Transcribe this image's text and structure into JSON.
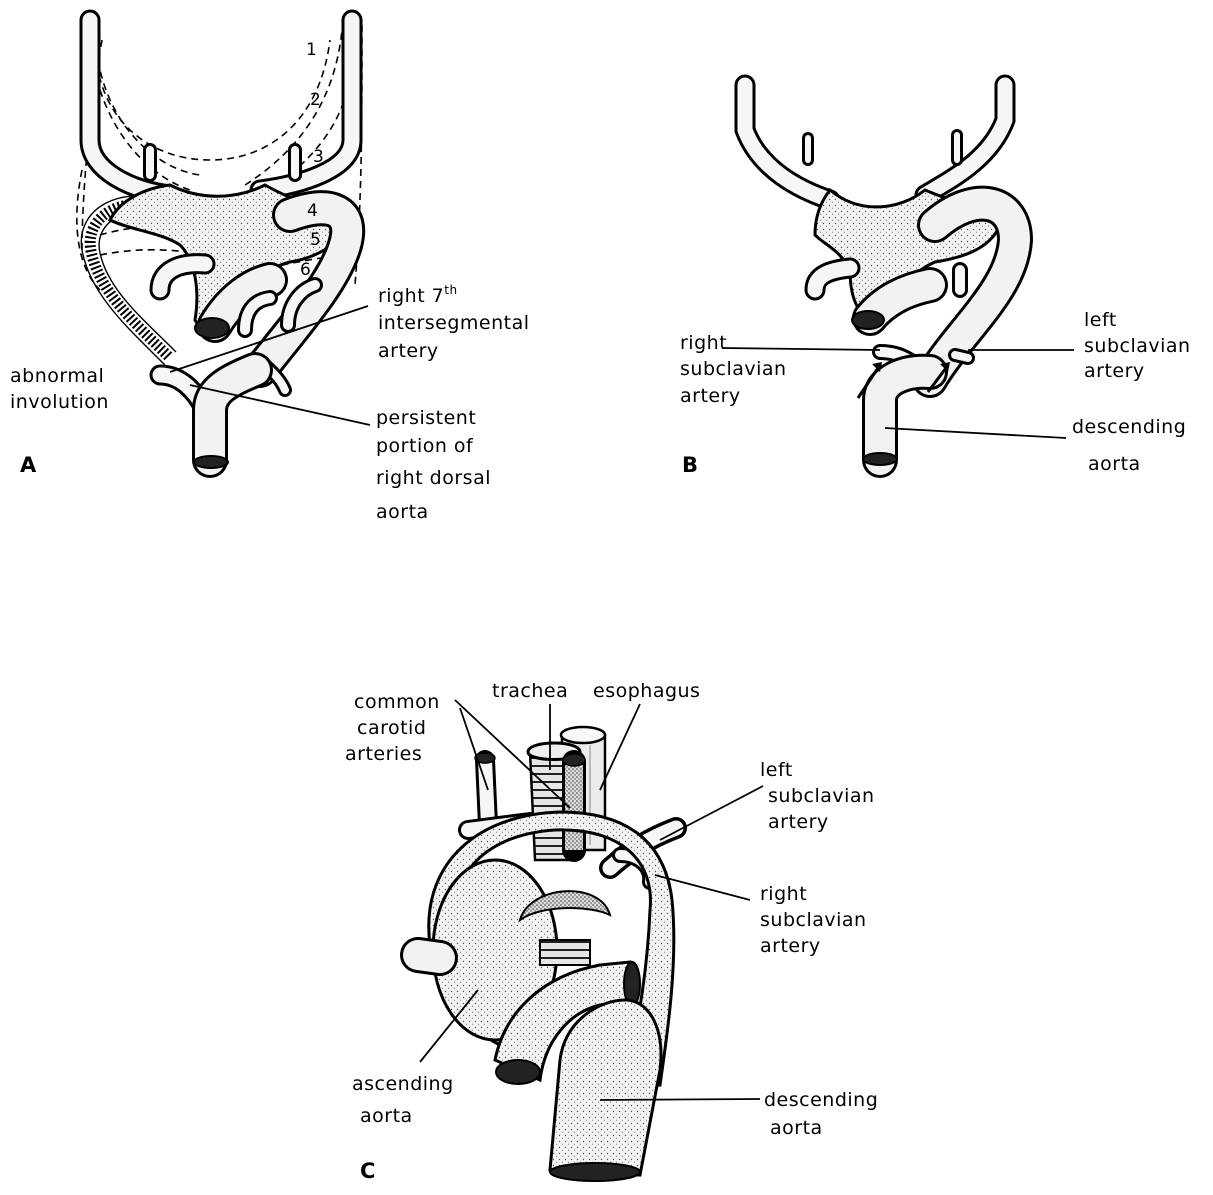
{
  "panels": {
    "a": {
      "letter": "A",
      "arch_numbers": [
        "1",
        "2",
        "3",
        "4",
        "5",
        "6"
      ],
      "labels": {
        "right_7th_line1": "right 7",
        "right_7th_sup": "th",
        "right_7th_line2": "intersegmental",
        "right_7th_line3": "artery",
        "abnormal_line1": "abnormal",
        "abnormal_line2": "involution",
        "persistent_line1": "persistent",
        "persistent_line2": "portion of",
        "persistent_line3": "right dorsal",
        "persistent_line4": "aorta"
      }
    },
    "b": {
      "letter": "B",
      "labels": {
        "right_subclavian_line1": "right",
        "right_subclavian_line2": "subclavian",
        "right_subclavian_line3": "artery",
        "left_subclavian_line1": "left",
        "left_subclavian_line2": "subclavian",
        "left_subclavian_line3": "artery",
        "descending_line1": "descending",
        "descending_line2": "aorta"
      }
    },
    "c": {
      "letter": "C",
      "labels": {
        "common_line1": "common",
        "common_line2": "carotid",
        "common_line3": "arteries",
        "trachea": "trachea",
        "esophagus": "esophagus",
        "left_subclavian_line1": "left",
        "left_subclavian_line2": "subclavian",
        "left_subclavian_line3": "artery",
        "right_subclavian_line1": "right",
        "right_subclavian_line2": "subclavian",
        "right_subclavian_line3": "artery",
        "ascending_line1": "ascending",
        "ascending_line2": "aorta",
        "descending_line1": "descending",
        "descending_line2": "aorta"
      }
    }
  },
  "colors": {
    "ink": "#000000",
    "vessel_fill": "#f4f4f4",
    "background": "#ffffff"
  }
}
